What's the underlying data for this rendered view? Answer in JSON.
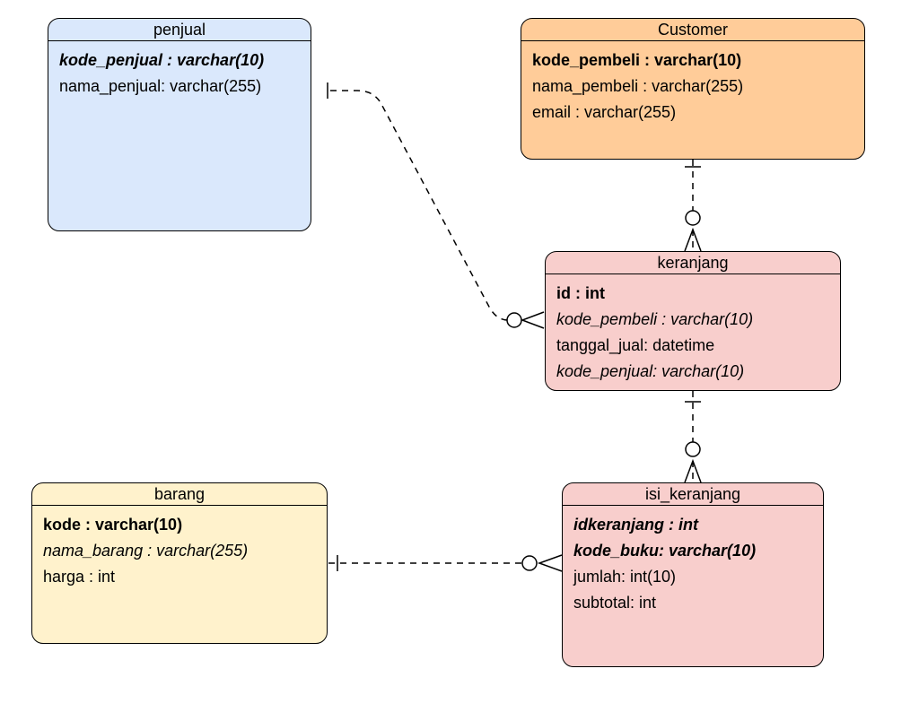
{
  "colors": {
    "penjual": "#dae8fc",
    "customer": "#ffcc99",
    "keranjang": "#f8cecc",
    "barang": "#fff2cc",
    "isi_keranjang": "#f8cecc",
    "line": "#000000"
  },
  "entities": {
    "penjual": {
      "title": "penjual",
      "fields": [
        {
          "text": "kode_penjual : varchar(10)",
          "style": "bold-italic"
        },
        {
          "text": "nama_penjual: varchar(255)",
          "style": "normal"
        }
      ]
    },
    "customer": {
      "title": "Customer",
      "fields": [
        {
          "text": "kode_pembeli : varchar(10)",
          "style": "bold"
        },
        {
          "text": "nama_pembeli : varchar(255)",
          "style": "normal"
        },
        {
          "text": "email : varchar(255)",
          "style": "normal"
        }
      ]
    },
    "keranjang": {
      "title": "keranjang",
      "fields": [
        {
          "text": "id : int",
          "style": "bold"
        },
        {
          "text": "kode_pembeli : varchar(10)",
          "style": "italic"
        },
        {
          "text": "tanggal_jual: datetime",
          "style": "normal"
        },
        {
          "text": "kode_penjual: varchar(10)",
          "style": "italic"
        }
      ]
    },
    "barang": {
      "title": "barang",
      "fields": [
        {
          "text": "kode : varchar(10)",
          "style": "bold"
        },
        {
          "text": "nama_barang : varchar(255)",
          "style": "italic"
        },
        {
          "text": "harga : int",
          "style": "normal"
        }
      ]
    },
    "isi_keranjang": {
      "title": "isi_keranjang",
      "fields": [
        {
          "text": "idkeranjang : int",
          "style": "bold-italic"
        },
        {
          "text": "kode_buku: varchar(10)",
          "style": "bold-italic"
        },
        {
          "text": "jumlah: int(10)",
          "style": "normal"
        },
        {
          "text": "subtotal: int",
          "style": "normal"
        }
      ]
    }
  },
  "relationships": [
    {
      "from": "penjual",
      "to": "keranjang",
      "from_end": "one",
      "to_end": "zero-or-many"
    },
    {
      "from": "customer",
      "to": "keranjang",
      "from_end": "one",
      "to_end": "zero-or-many"
    },
    {
      "from": "keranjang",
      "to": "isi_keranjang",
      "from_end": "one",
      "to_end": "zero-or-many"
    },
    {
      "from": "barang",
      "to": "isi_keranjang",
      "from_end": "one",
      "to_end": "zero-or-many"
    }
  ]
}
